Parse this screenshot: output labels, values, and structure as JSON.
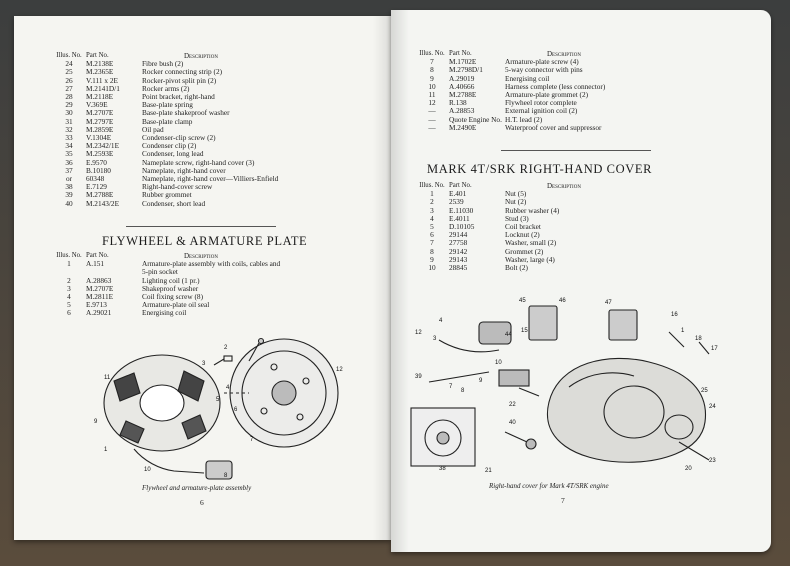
{
  "left": {
    "table_header": {
      "illus_no": "Illus. No.",
      "part_no": "Part No.",
      "description": "Description"
    },
    "rows": [
      [
        "24",
        "M.2138E",
        "Fibre bush (2)"
      ],
      [
        "25",
        "M.2365E",
        "Rocker connecting strip (2)"
      ],
      [
        "26",
        "V.111 x 2E",
        "Rocker-pivot split pin (2)"
      ],
      [
        "27",
        "M.2141D/1",
        "Rocker arms (2)"
      ],
      [
        "28",
        "M.2118E",
        "Point bracket, right-hand"
      ],
      [
        "29",
        "V.369E",
        "Base-plate spring"
      ],
      [
        "30",
        "M.2707E",
        "Base-plate shakeproof washer"
      ],
      [
        "31",
        "M.2797E",
        "Base-plate clamp"
      ],
      [
        "32",
        "M.2859E",
        "Oil pad"
      ],
      [
        "33",
        "V.1304E",
        "Condenser-clip screw (2)"
      ],
      [
        "34",
        "M.2342/1E",
        "Condenser clip (2)"
      ],
      [
        "35",
        "M.2593E",
        "Condenser, long lead"
      ],
      [
        "36",
        "E.9570",
        "Nameplate screw, right-hand cover (3)"
      ],
      [
        "37",
        "B.10180",
        "Nameplate, right-hand cover"
      ],
      [
        "or",
        "60348",
        "Nameplate, right-hand cover—Villiers-Enfield"
      ],
      [
        "38",
        "E.7129",
        "Right-hand-cover screw"
      ],
      [
        "39",
        "M.2788E",
        "Rubber grommet"
      ],
      [
        "40",
        "M.2143/2E",
        "Condenser, short lead"
      ]
    ],
    "section_title": "FLYWHEEL & ARMATURE PLATE",
    "table2_header": {
      "illus_no": "Illus. No.",
      "part_no": "Part No.",
      "description": "Description"
    },
    "rows2": [
      [
        "1",
        "A.151",
        "Armature-plate assembly with coils, cables and"
      ],
      [
        "",
        "",
        "5-pin socket"
      ],
      [
        "2",
        "A.28863",
        "Lighting coil (1 pr.)"
      ],
      [
        "3",
        "M.2707E",
        "Shakeproof washer"
      ],
      [
        "4",
        "M.2811E",
        "Coil fixing screw (8)"
      ],
      [
        "5",
        "E.9713",
        "Armature-plate oil seal"
      ],
      [
        "6",
        "A.29021",
        "Energising coil"
      ]
    ],
    "caption": "Flywheel and armature-plate assembly",
    "page_number": "6",
    "callouts": [
      "1",
      "2",
      "3",
      "4",
      "5",
      "6",
      "7",
      "8",
      "9",
      "10",
      "11",
      "12"
    ]
  },
  "right": {
    "table_header": {
      "illus_no": "Illus. No.",
      "part_no": "Part No.",
      "description": "Description"
    },
    "rows": [
      [
        "7",
        "M.1702E",
        "Armature-plate screw (4)"
      ],
      [
        "8",
        "M.2798D/1",
        "5-way connector with pins"
      ],
      [
        "9",
        "A.29019",
        "Energising coil"
      ],
      [
        "10",
        "A.40666",
        "Harness complete (less connector)"
      ],
      [
        "11",
        "M.2788E",
        "Armature-plate grommet (2)"
      ],
      [
        "12",
        "R.138",
        "Flywheel rotor complete"
      ],
      [
        "—",
        "A.28853",
        "External ignition coil (2)"
      ],
      [
        "—",
        "Quote Engine No.",
        "H.T. lead (2)"
      ],
      [
        "—",
        "M.2490E",
        "Waterproof cover and suppressor"
      ]
    ],
    "section_title": "MARK 4T/SRK RIGHT-HAND COVER",
    "table2_header": {
      "illus_no": "Illus. No.",
      "part_no": "Part No.",
      "description": "Description"
    },
    "rows2": [
      [
        "1",
        "E.401",
        "Nut (5)"
      ],
      [
        "2",
        "2539",
        "Nut (2)"
      ],
      [
        "3",
        "E.11030",
        "Rubber washer (4)"
      ],
      [
        "4",
        "E.4011",
        "Stud (3)"
      ],
      [
        "5",
        "D.10105",
        "Coil bracket"
      ],
      [
        "6",
        "29144",
        "Locknut (2)"
      ],
      [
        "7",
        "27758",
        "Washer, small (2)"
      ],
      [
        "8",
        "29142",
        "Grommet (2)"
      ],
      [
        "9",
        "29143",
        "Washer, large (4)"
      ],
      [
        "10",
        "28845",
        "Bolt (2)"
      ]
    ],
    "caption": "Right-hand cover for Mark 4T/SRK engine",
    "page_number": "7",
    "callouts": [
      "45",
      "46",
      "47",
      "16",
      "12",
      "3",
      "4",
      "15",
      "44",
      "1",
      "18",
      "39",
      "10",
      "9",
      "8",
      "7",
      "40",
      "38",
      "21",
      "22",
      "20",
      "23",
      "24",
      "25",
      "17"
    ]
  }
}
